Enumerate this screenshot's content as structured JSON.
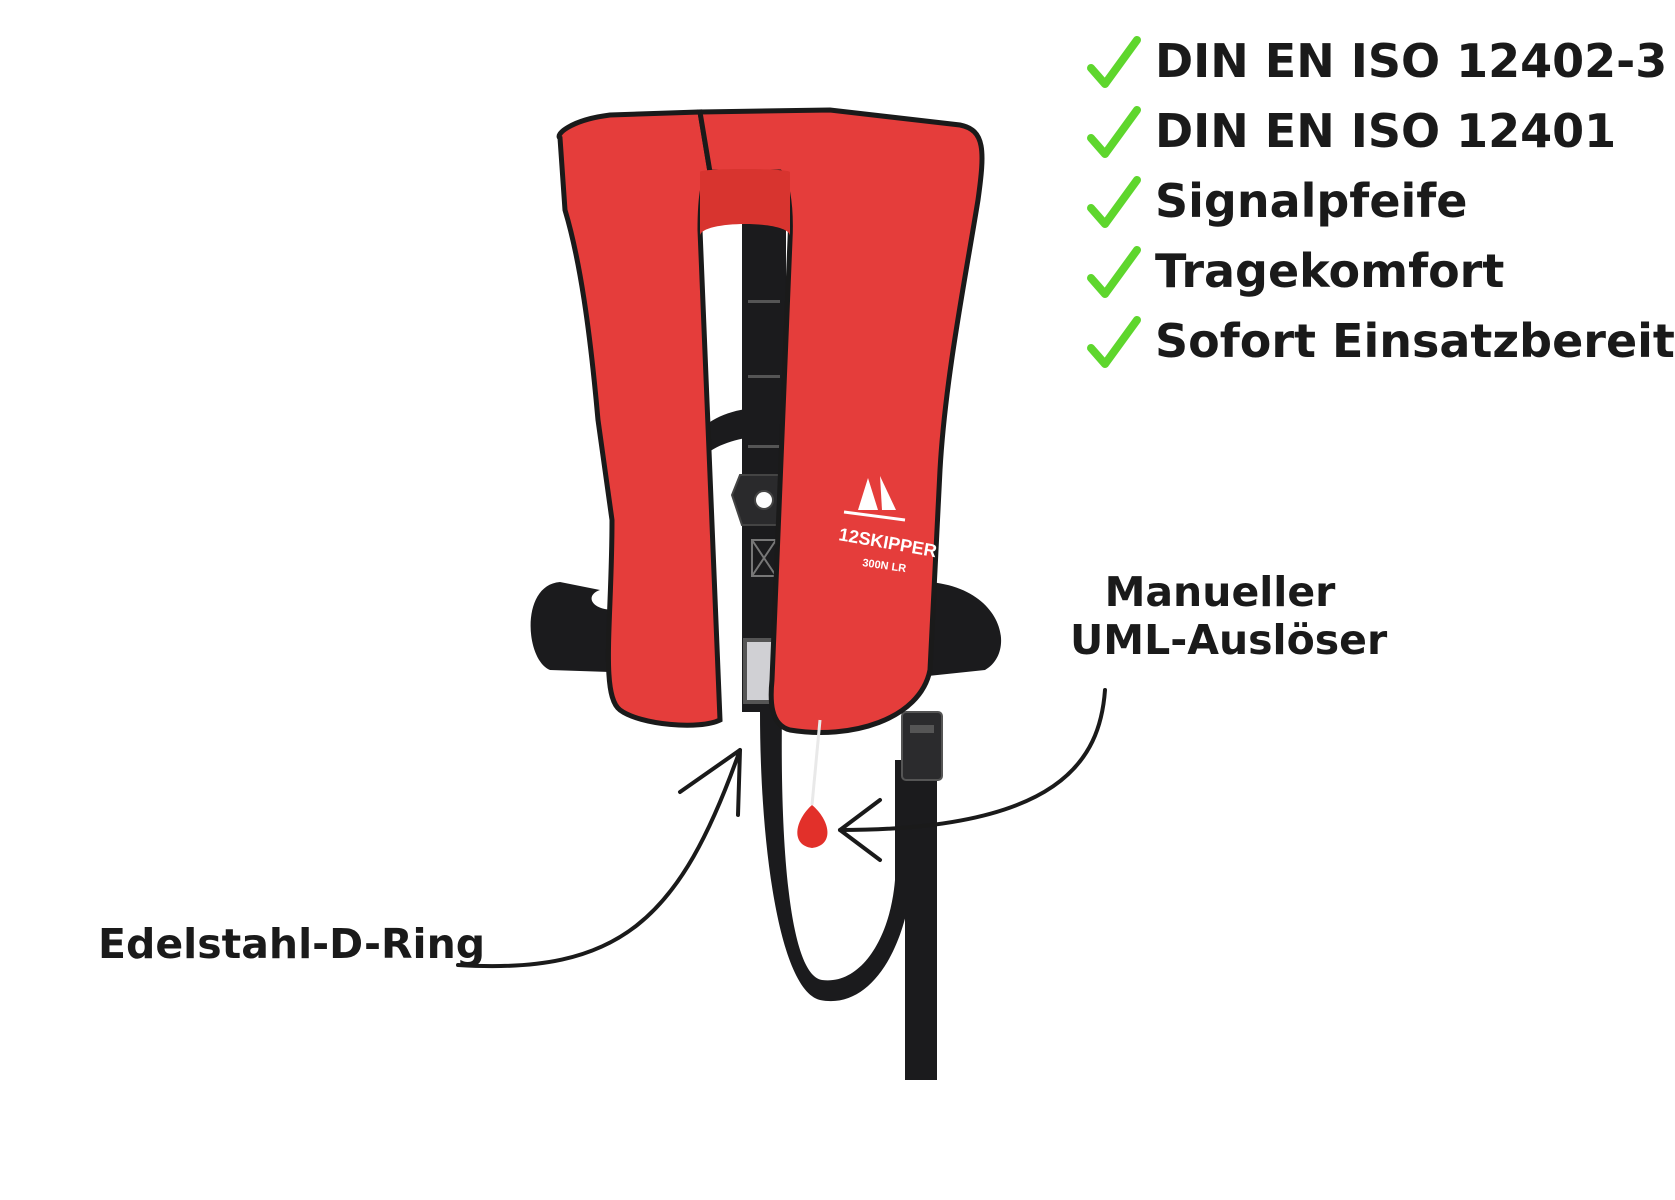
{
  "features": [
    {
      "check_icon": "check-icon",
      "text": "DIN EN ISO 12402-3"
    },
    {
      "check_icon": "check-icon",
      "text": "DIN EN ISO 12401"
    },
    {
      "check_icon": "check-icon",
      "text": "Signalpfeife"
    },
    {
      "check_icon": "check-icon",
      "text": "Tragekomfort"
    },
    {
      "check_icon": "check-icon",
      "text": "Sofort Einsatzbereit"
    }
  ],
  "callouts": {
    "trigger_line1": "Manueller",
    "trigger_line2": "UML-Auslöser",
    "d_ring": "Edelstahl-D-Ring"
  },
  "vest": {
    "brand": "12SKIPPER",
    "model": "300N LR"
  },
  "colors": {
    "vest_red": "#e53d3b",
    "vest_edge": "#1a1a1a",
    "strap": "#1b1b1d",
    "check_green": "#5ed62d",
    "trigger_red": "#e2302a",
    "text": "#1a1a1a"
  }
}
